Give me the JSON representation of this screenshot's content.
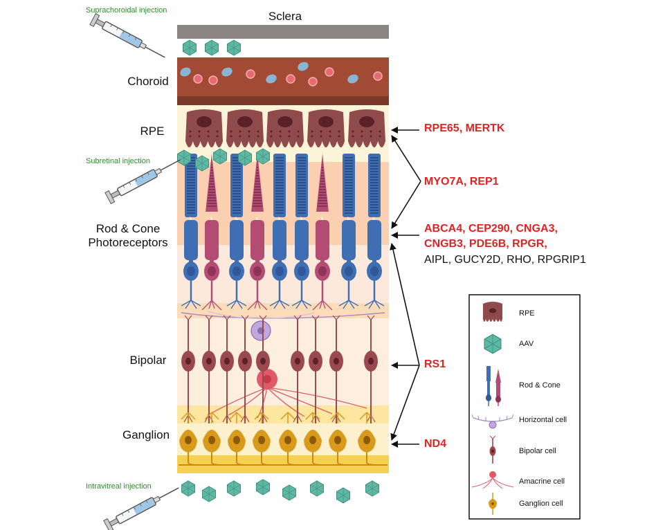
{
  "title": "Sclera",
  "colors": {
    "sclera": "#8a8482",
    "choroid": "#a34a34",
    "rpe": "#8f4a4c",
    "rod": "#3f6fb2",
    "cone": "#b34c72",
    "bipolar": "#9a4a4e",
    "ganglion": "#d99a1c",
    "amacrine": "#e05a6a",
    "horizontal": "#a88ac4",
    "aav": "#5fb8a4",
    "gene_red": "#e02222",
    "injection_green": "#2e8b2e"
  },
  "injections": {
    "suprachoroidal": "Suprachoroidal injection",
    "subretinal": "Subretinal injection",
    "intravitreal": "Intravitreal injection"
  },
  "layers": {
    "choroid": "Choroid",
    "rpe": "RPE",
    "photoreceptors_line1": "Rod & Cone",
    "photoreceptors_line2": "Photoreceptors",
    "bipolar": "Bipolar",
    "ganglion": "Ganglion"
  },
  "genes": {
    "rpe": "RPE65, MERTK",
    "myo": "MYO7A, REP1",
    "photo_red1": "ABCA4, CEP290, CNGA3,",
    "photo_red2": "CNGB3, PDE6B, RPGR,",
    "photo_black": "AIPL, GUCY2D, RHO, RPGRIP1",
    "bipolar": "RS1",
    "ganglion": "ND4"
  },
  "legend": {
    "items": [
      {
        "icon": "rpe-cell-icon",
        "label": "RPE"
      },
      {
        "icon": "aav-capsid-icon",
        "label": "AAV"
      },
      {
        "icon": "rod-cone-icon",
        "label": "Rod & Cone"
      },
      {
        "icon": "horizontal-cell-icon",
        "label": "Horizontal cell"
      },
      {
        "icon": "bipolar-cell-icon",
        "label": "Bipolar cell"
      },
      {
        "icon": "amacrine-cell-icon",
        "label": "Amacrine cell"
      },
      {
        "icon": "ganglion-cell-icon",
        "label": "Ganglion cell"
      }
    ]
  }
}
